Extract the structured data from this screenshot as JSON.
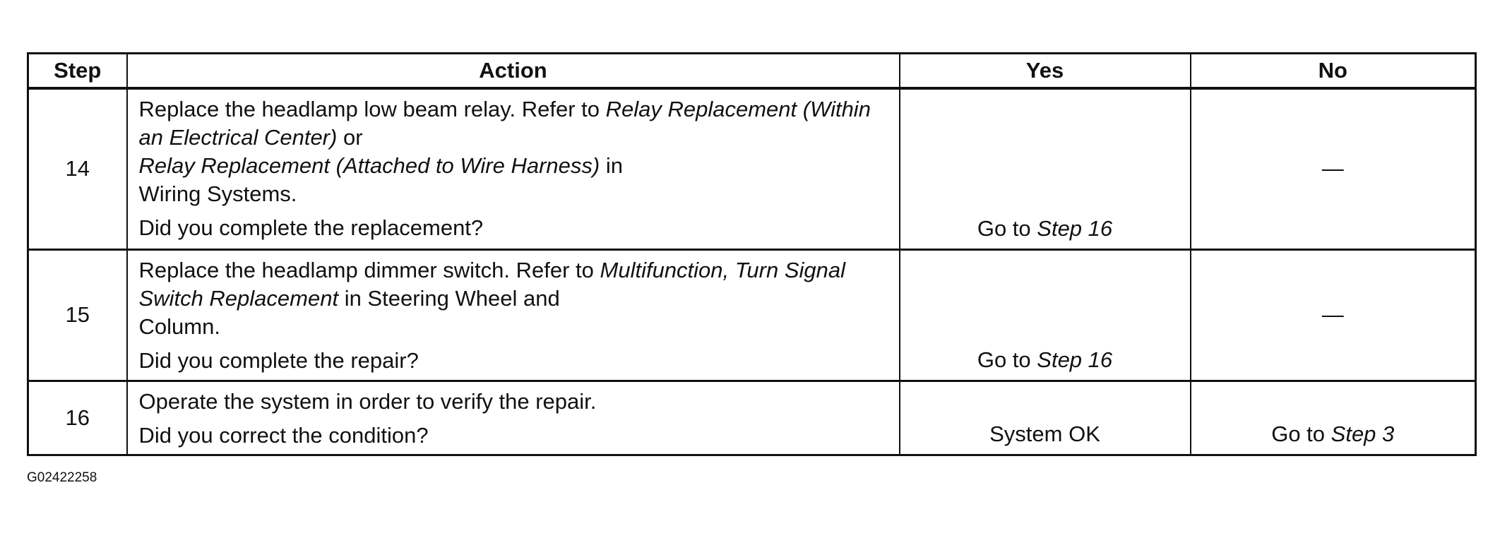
{
  "table": {
    "headers": {
      "step": "Step",
      "action": "Action",
      "yes": "Yes",
      "no": "No"
    },
    "rows": [
      {
        "step": "14",
        "action": {
          "p1": "Replace the headlamp low beam relay. Refer to ",
          "ref1": "Relay Replacement (Within an Electrical Center)",
          "p2": " or",
          "ref2": "Relay Replacement (Attached to Wire Harness)",
          "p3": " in",
          "p4": "Wiring Systems.",
          "question": "Did you complete the replacement?"
        },
        "yes": {
          "prefix": "Go to ",
          "ref": "Step 16"
        },
        "no": "—"
      },
      {
        "step": "15",
        "action": {
          "p1": "Replace the headlamp dimmer switch. Refer to ",
          "ref1": "Multifunction, Turn Signal Switch Replacement",
          "p2": " in Steering Wheel and",
          "p3": "Column.",
          "question": "Did you complete the repair?"
        },
        "yes": {
          "prefix": "Go to ",
          "ref": "Step 16"
        },
        "no": "—"
      },
      {
        "step": "16",
        "action": {
          "p1": "Operate the system in order to verify the repair.",
          "question": "Did you correct the condition?"
        },
        "yes": {
          "text": "System OK"
        },
        "no": {
          "prefix": "Go to ",
          "ref": "Step 3"
        }
      }
    ]
  },
  "caption": "G02422258"
}
